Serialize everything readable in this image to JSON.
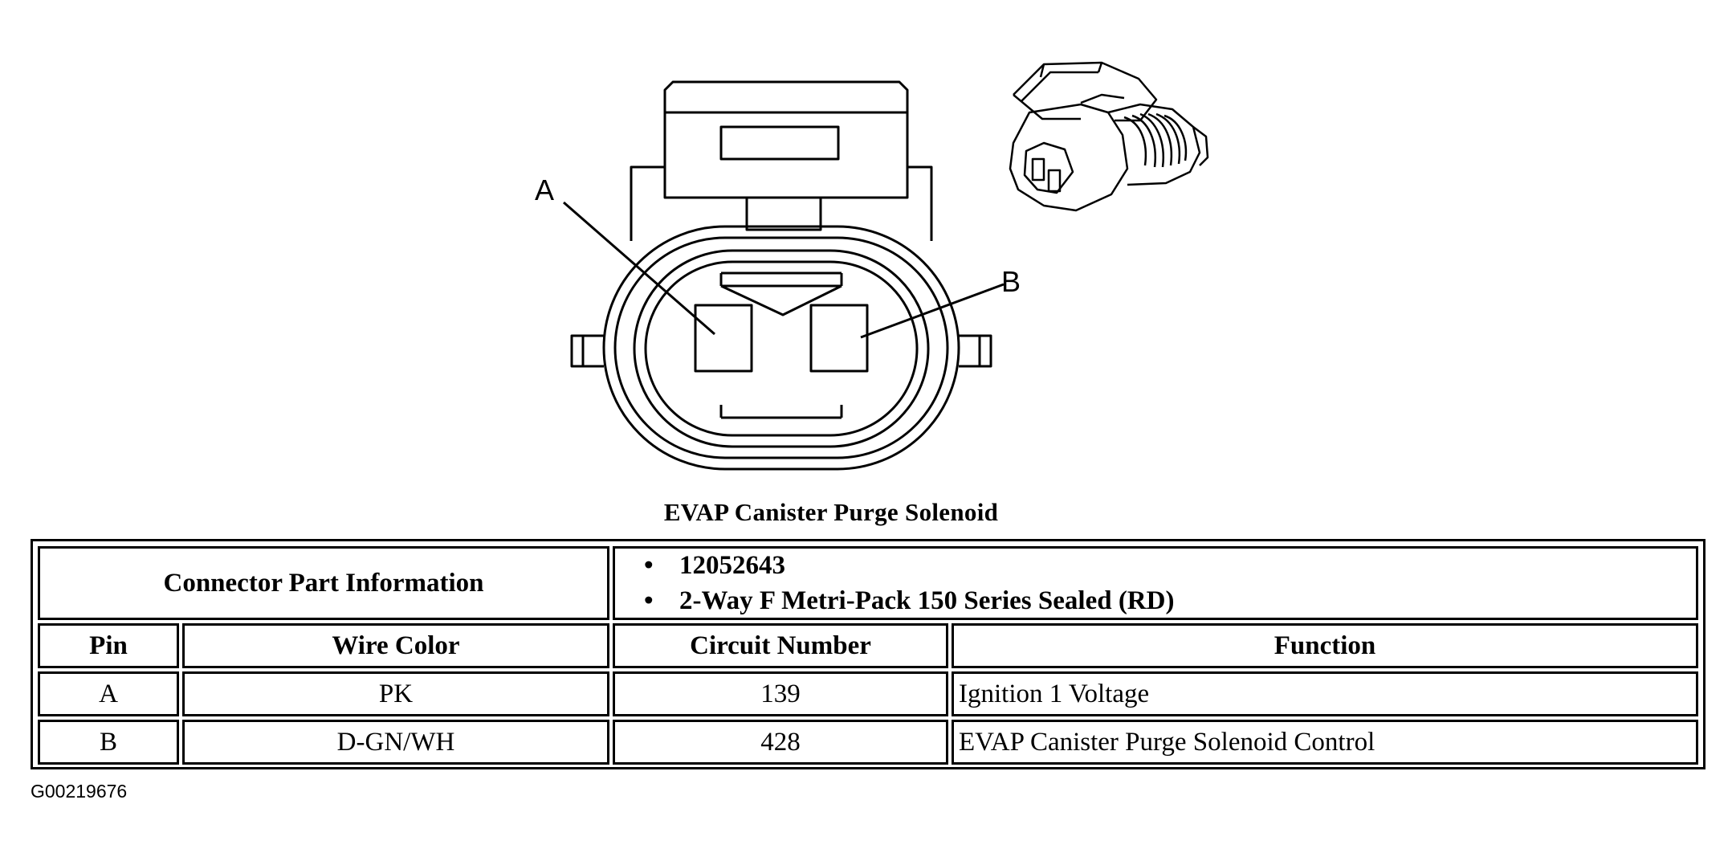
{
  "figure": {
    "caption": "EVAP Canister Purge Solenoid",
    "pin_labels": [
      "A",
      "B"
    ],
    "reference_code": "G00219676"
  },
  "connector_info": {
    "header": "Connector Part Information",
    "items": [
      "12052643",
      "2-Way F Metri-Pack 150 Series Sealed (RD)"
    ]
  },
  "table": {
    "columns": [
      "Pin",
      "Wire Color",
      "Circuit Number",
      "Function"
    ],
    "rows": [
      [
        "A",
        "PK",
        "139",
        "Ignition 1 Voltage"
      ],
      [
        "B",
        "D-GN/WH",
        "428",
        "EVAP Canister Purge Solenoid Control"
      ]
    ]
  }
}
